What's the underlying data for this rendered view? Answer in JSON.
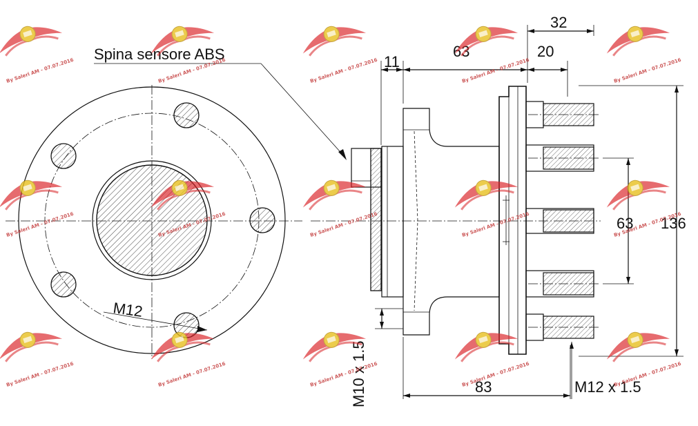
{
  "labels": {
    "abs_pin": "Spina sensore ABS",
    "bolt_thread_front": "M12",
    "bolt_thread_side": "M12 x 1.5",
    "nut_thread": "M10 x 1.5"
  },
  "dimensions": {
    "d11": "11",
    "d63_len": "63",
    "d20": "20",
    "d32": "32",
    "d83": "83",
    "d63_pcd": "63",
    "d136": "136"
  },
  "watermark": {
    "text": "By Saleri AM - 07.07.2016",
    "color": "#d9262a",
    "logo_color": "#e8c020"
  }
}
